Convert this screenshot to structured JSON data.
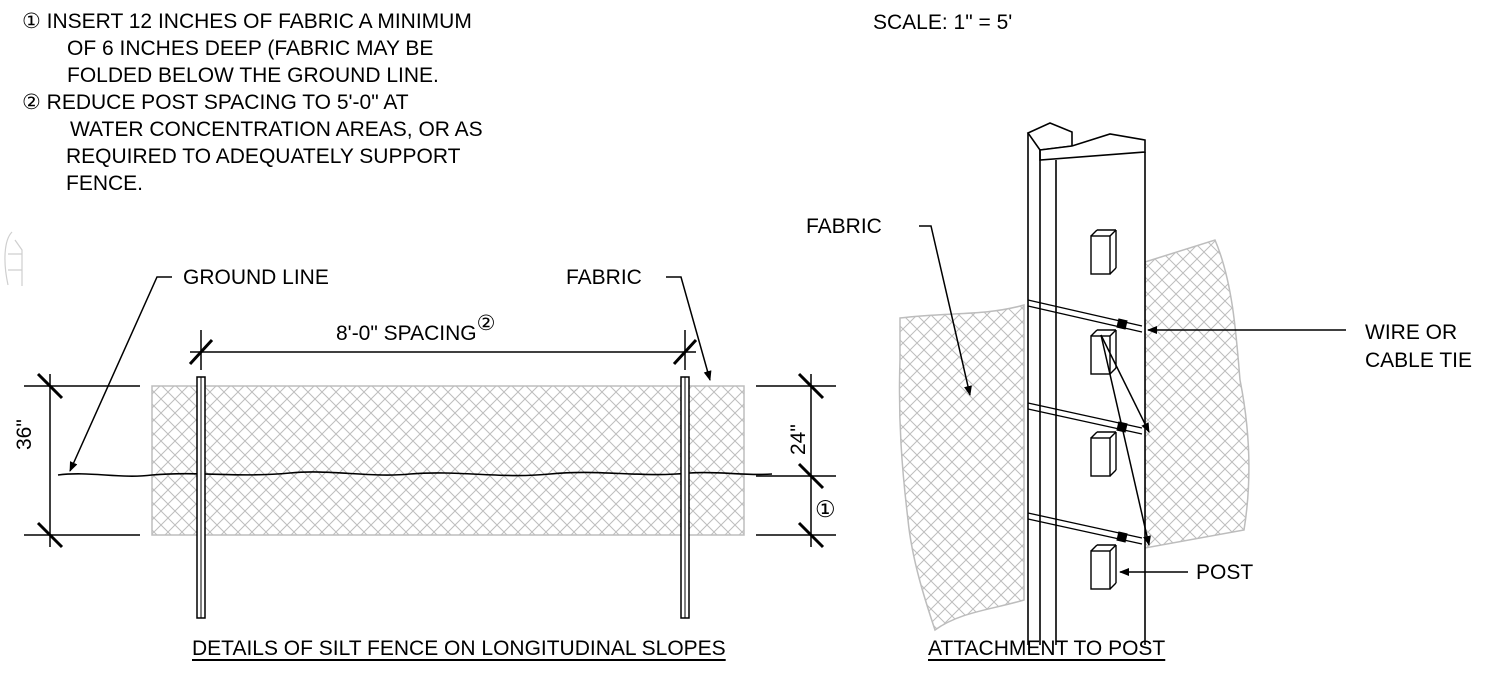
{
  "notes": [
    {
      "marker": "①",
      "lines": [
        "INSERT 12 INCHES OF FABRIC A MINIMUM",
        "OF 6 INCHES DEEP (FABRIC MAY BE",
        "FOLDED BELOW THE GROUND LINE."
      ]
    },
    {
      "marker": "②",
      "lines": [
        "REDUCE POST SPACING TO 5'-0\" AT",
        "WATER CONCENTRATION AREAS, OR AS",
        "REQUIRED TO ADEQUATELY SUPPORT",
        "FENCE."
      ]
    }
  ],
  "scale": "SCALE: 1\" = 5'",
  "left_detail": {
    "ground_line_label": "GROUND LINE",
    "fabric_label": "FABRIC",
    "spacing_label": "8'-0\" SPACING",
    "spacing_marker": "②",
    "height_label": "36\"",
    "above_ground_label": "24\"",
    "below_ground_marker": "①",
    "title": "DETAILS OF SILT FENCE ON LONGITUDINAL SLOPES"
  },
  "right_detail": {
    "fabric_label": "FABRIC",
    "tie_label_1": "WIRE OR",
    "tie_label_2": "CABLE TIE",
    "post_label": "POST",
    "title": "ATTACHMENT TO POST"
  },
  "colors": {
    "line": "#000000",
    "fabric_hatch": "#bdbdbd"
  }
}
